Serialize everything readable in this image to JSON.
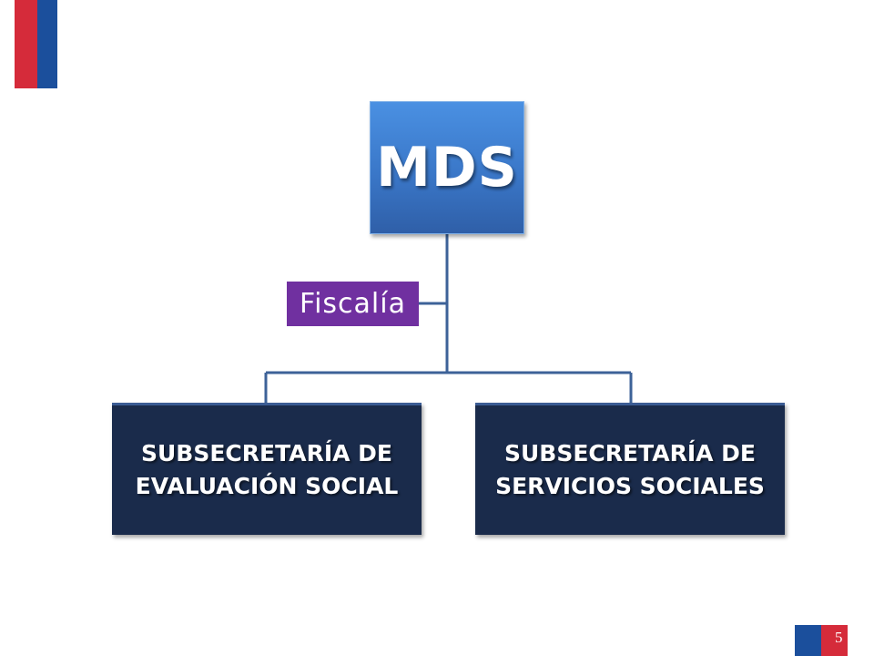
{
  "diagram": {
    "root": {
      "label": "MDS"
    },
    "assistant": {
      "label": "Fiscalía"
    },
    "children": [
      {
        "line1": "SUBSECRETARÍA DE",
        "line2": "EVALUACIÓN SOCIAL"
      },
      {
        "line1": "SUBSECRETARÍA DE",
        "line2": "SERVICIOS SOCIALES"
      }
    ]
  },
  "footer": {
    "page_number": "5"
  },
  "colors": {
    "root": "#3a77c8",
    "assistant": "#7030a0",
    "children": "#1a2b4b",
    "connector": "#3d6298",
    "flag_red": "#d52b3a",
    "flag_blue": "#1b4f9c"
  }
}
